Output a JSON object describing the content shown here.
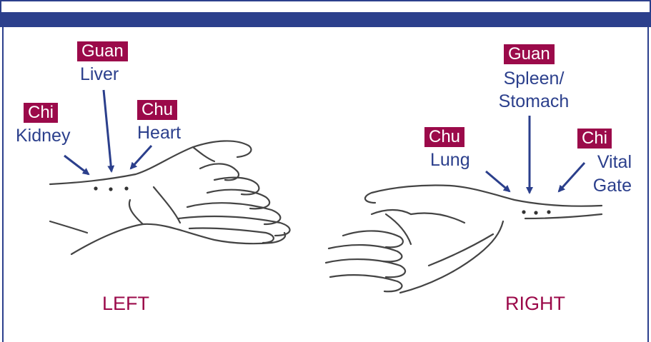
{
  "colors": {
    "header": "#2b3f8c",
    "tag_bg": "#9b0a4a",
    "tag_text": "#ffffff",
    "organ_text": "#2b3f8c",
    "side_label": "#9b0a4a",
    "sketch": "#444444"
  },
  "left": {
    "side_label": "LEFT",
    "guan": {
      "tag": "Guan",
      "organ": "Liver"
    },
    "chi": {
      "tag": "Chi",
      "organ": "Kidney"
    },
    "chu": {
      "tag": "Chu",
      "organ": "Heart"
    }
  },
  "right": {
    "side_label": "RIGHT",
    "guan": {
      "tag": "Guan",
      "organ_line1": "Spleen/",
      "organ_line2": "Stomach"
    },
    "chu": {
      "tag": "Chu",
      "organ": "Lung"
    },
    "chi": {
      "tag": "Chi",
      "organ_line1": "Vital",
      "organ_line2": "Gate"
    }
  }
}
